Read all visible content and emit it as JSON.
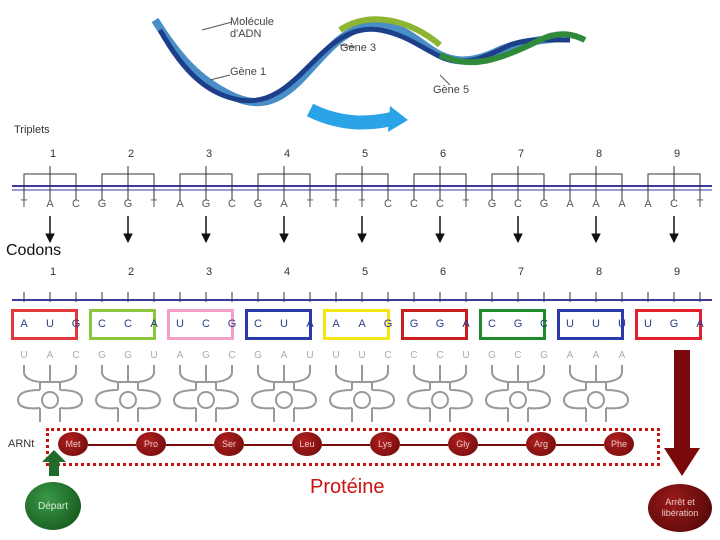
{
  "dna": {
    "molecule_label": "Molécule\nd'ADN",
    "gene1": "Gène 1",
    "gene3": "Gène 3",
    "gene5": "Gène 5"
  },
  "triplets_label": "Triplets",
  "numbers": [
    "1",
    "2",
    "3",
    "4",
    "5",
    "6",
    "7",
    "8",
    "9"
  ],
  "dna_sequence": [
    "T",
    "A",
    "C",
    "G",
    "G",
    "T",
    "A",
    "G",
    "C",
    "G",
    "A",
    "T",
    "T",
    "T",
    "C",
    "C",
    "C",
    "T",
    "G",
    "C",
    "G",
    "A",
    "A",
    "A",
    "A",
    "C",
    "T"
  ],
  "codons_label": "Codons",
  "codons": [
    {
      "bases": [
        "A",
        "U",
        "G"
      ],
      "color": "#e23b3b"
    },
    {
      "bases": [
        "C",
        "C",
        "A"
      ],
      "color": "#8cc63f"
    },
    {
      "bases": [
        "U",
        "C",
        "G"
      ],
      "color": "#f3a0c8"
    },
    {
      "bases": [
        "C",
        "U",
        "A"
      ],
      "color": "#2b3aa6"
    },
    {
      "bases": [
        "A",
        "A",
        "G"
      ],
      "color": "#f5e616"
    },
    {
      "bases": [
        "G",
        "G",
        "A"
      ],
      "color": "#c81e1e"
    },
    {
      "bases": [
        "C",
        "G",
        "C"
      ],
      "color": "#1e8a2a"
    },
    {
      "bases": [
        "U",
        "U",
        "U"
      ],
      "color": "#2b3aa6"
    },
    {
      "bases": [
        "U",
        "G",
        "A"
      ],
      "color": "#e0202a"
    }
  ],
  "anticodons": [
    "U",
    "A",
    "C",
    "G",
    "G",
    "U",
    "A",
    "G",
    "C",
    "G",
    "A",
    "U",
    "U",
    "U",
    "C",
    "C",
    "C",
    "U",
    "G",
    "C",
    "G",
    "A",
    "A",
    "A"
  ],
  "arnt_label": "ARNt",
  "amino_acids": [
    "Met",
    "Pro",
    "Ser",
    "Leu",
    "Lys",
    "Gly",
    "Arg",
    "Phe"
  ],
  "depart_label": "Départ",
  "proteine_label": "Protéine",
  "stop_label": "Arrêt et\nlibération",
  "colors": {
    "dark_red": "#7a0a0a",
    "depart_green": "#1f6b2a",
    "dotted_red": "#cc1111"
  }
}
